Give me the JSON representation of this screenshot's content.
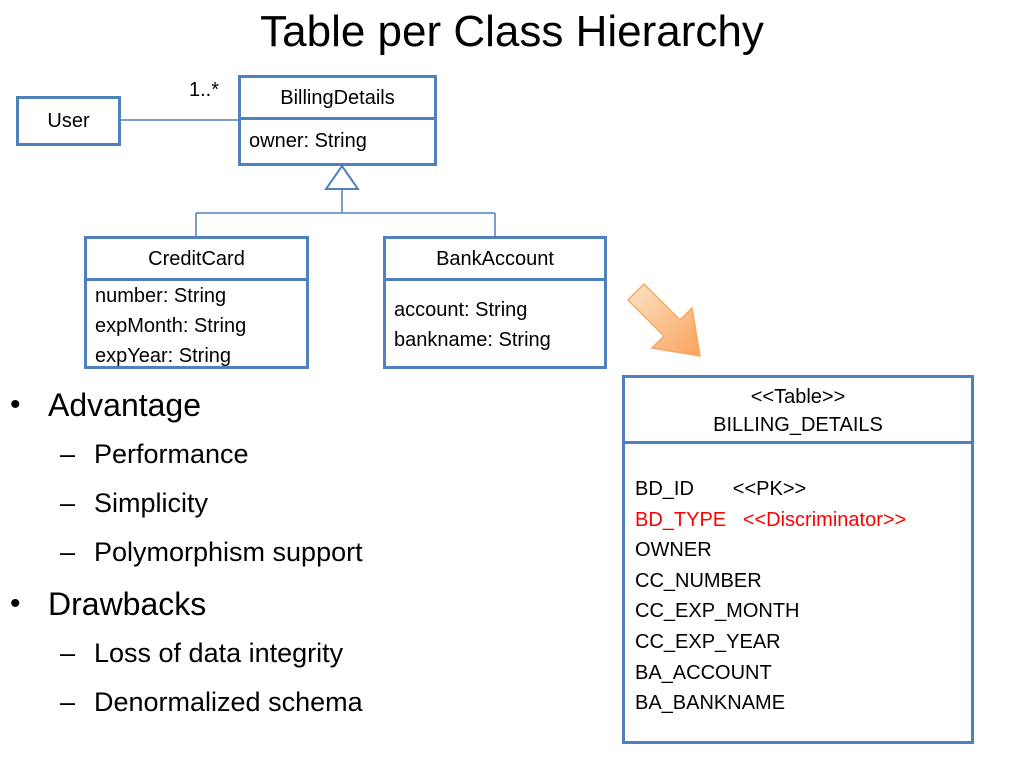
{
  "title": "Table per Class Hierarchy",
  "uml": {
    "user": {
      "name": "User"
    },
    "billing_details": {
      "name": "BillingDetails",
      "attributes": [
        "owner: String"
      ]
    },
    "credit_card": {
      "name": "CreditCard",
      "attributes": [
        "number: String",
        "expMonth: String",
        "expYear: String"
      ]
    },
    "bank_account": {
      "name": "BankAccount",
      "attributes": [
        "account: String",
        "bankname: String"
      ]
    },
    "multiplicity": "1..*"
  },
  "bullets": {
    "advantage": {
      "label": "Advantage",
      "items": [
        "Performance",
        "Simplicity",
        "Polymorphism support"
      ]
    },
    "drawbacks": {
      "label": "Drawbacks",
      "items": [
        "Loss of data integrity",
        "Denormalized schema"
      ]
    }
  },
  "table": {
    "stereotype": "<<Table>>",
    "name": "BILLING_DETAILS",
    "columns": [
      {
        "text": "BD_ID       <<PK>>"
      },
      {
        "text": "BD_TYPE   <<Discriminator>>",
        "color": "#ff0000"
      },
      {
        "text": "OWNER"
      },
      {
        "text": "CC_NUMBER"
      },
      {
        "text": "CC_EXP_MONTH"
      },
      {
        "text": "CC_EXP_YEAR"
      },
      {
        "text": "BA_ACCOUNT"
      },
      {
        "text": "BA_BANKNAME"
      }
    ]
  },
  "colors": {
    "uml_border": "#4f81bd",
    "highlight": "#ff0000",
    "arrow_fill": "#fbc08a"
  },
  "icons": {
    "mapping_arrow": "down-right-arrow-icon"
  }
}
